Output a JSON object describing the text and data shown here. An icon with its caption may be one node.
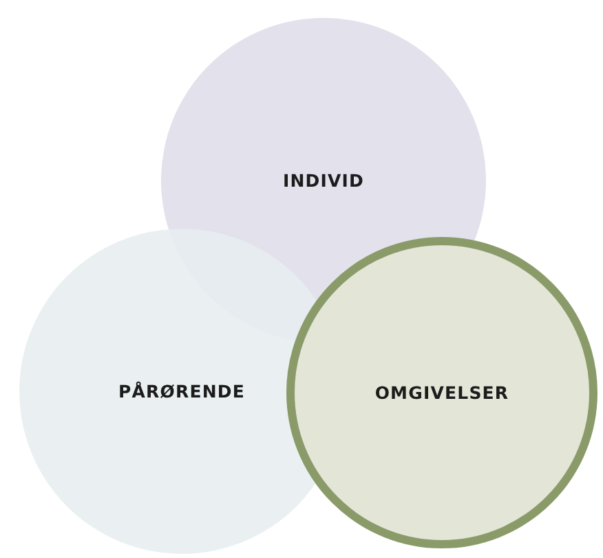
{
  "diagram": {
    "nodes": [
      {
        "text": [
          "INDIVID"
        ]
      },
      {
        "text": [
          "PÅRØRENDE"
        ]
      },
      {
        "text": [
          "OMGIVELSER"
        ]
      }
    ]
  }
}
